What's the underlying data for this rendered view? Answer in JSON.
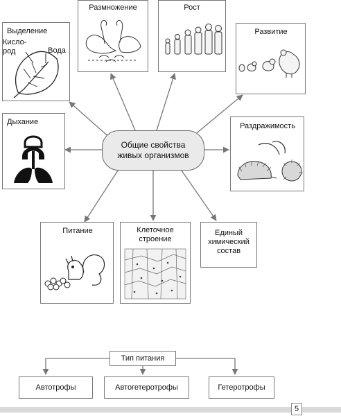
{
  "center": "Общие свойства\nживых организмов",
  "nodes": {
    "excretion": {
      "title": "Выделение",
      "oxygen": "Кисло-\nрод",
      "water": "Вода"
    },
    "reproduction": "Размножение",
    "growth": "Рост",
    "development": "Развитие",
    "respiration": "Дыхание",
    "irritability": "Раздражимость",
    "nutrition": "Питание",
    "cellular": "Клеточное\nстроение",
    "chemical": "Единый\nхимический\nсостав"
  },
  "nutrition_types": {
    "title": "Тип питания",
    "items": [
      "Автотрофы",
      "Автогетеротрофы",
      "Гетеротрофы"
    ]
  },
  "page_number": "5"
}
